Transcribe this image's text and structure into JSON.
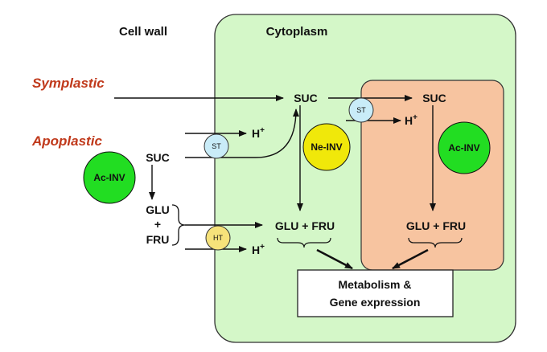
{
  "headers": {
    "cell_wall": "Cell wall",
    "cytoplasm": "Cytoplasm"
  },
  "pathways": {
    "symplastic": "Symplastic",
    "apoplastic": "Apoplastic"
  },
  "colors": {
    "cytoplasm": "#d4f7c8",
    "vacuole": "#f7c4a0",
    "invertase": "#22dd22",
    "neutral_invertase": "#f0e80a",
    "sucrose_transporter": "#c9ecf8",
    "hexose_transporter": "#f6e27a",
    "red_label": "#c0391b"
  },
  "molecules": {
    "suc_wall": "SUC",
    "suc_cyto": "SUC",
    "suc_vac": "SUC",
    "glu": "GLU",
    "plus": "+",
    "fru": "FRU",
    "glu_fru_cyto": "GLU + FRU",
    "glu_fru_vac": "GLU + FRU",
    "h_top": "H",
    "h_vac": "H",
    "h_bottom": "H",
    "h_sup": "+"
  },
  "enzymes": {
    "ac_inv_wall": "Ac-INV",
    "ne_inv": "Ne-INV",
    "ac_inv_vac": "Ac-INV",
    "st_wall": "ST",
    "st_vac": "ST",
    "ht": "HT"
  },
  "outcome": {
    "line1": "Metabolism &",
    "line2": "Gene expression"
  }
}
